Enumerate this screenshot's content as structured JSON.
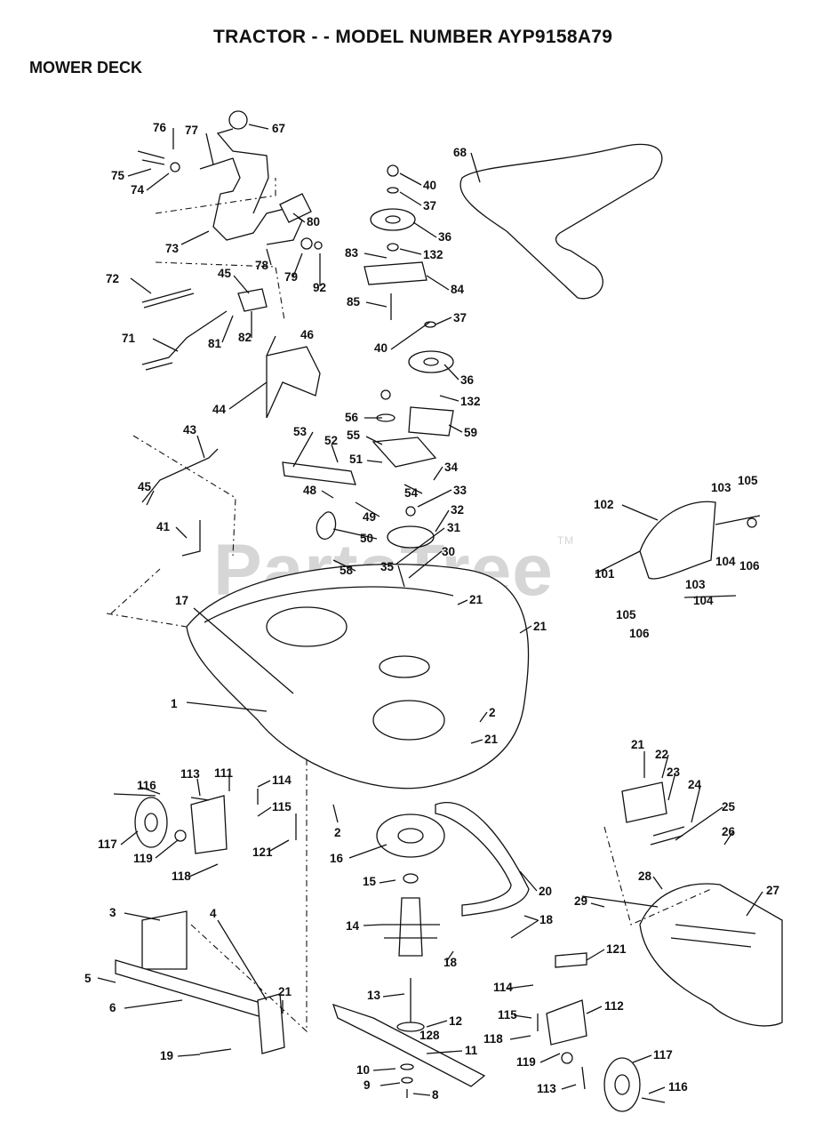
{
  "header": {
    "title": "TRACTOR - - MODEL NUMBER AYP9158A79",
    "subtitle": "MOWER DECK"
  },
  "watermark": {
    "text": "PartsTree",
    "mark": "TM"
  },
  "callouts": [
    {
      "id": "c76",
      "label": "76"
    },
    {
      "id": "c77",
      "label": "77"
    },
    {
      "id": "c67",
      "label": "67"
    },
    {
      "id": "c75",
      "label": "75"
    },
    {
      "id": "c74",
      "label": "74"
    },
    {
      "id": "c73",
      "label": "73"
    },
    {
      "id": "c78",
      "label": "78"
    },
    {
      "id": "c80",
      "label": "80"
    },
    {
      "id": "c79",
      "label": "79"
    },
    {
      "id": "c92",
      "label": "92"
    },
    {
      "id": "c72",
      "label": "72"
    },
    {
      "id": "c45a",
      "label": "45"
    },
    {
      "id": "c81",
      "label": "81"
    },
    {
      "id": "c82",
      "label": "82"
    },
    {
      "id": "c71",
      "label": "71"
    },
    {
      "id": "c46",
      "label": "46"
    },
    {
      "id": "c44",
      "label": "44"
    },
    {
      "id": "c43",
      "label": "43"
    },
    {
      "id": "c45b",
      "label": "45"
    },
    {
      "id": "c41",
      "label": "41"
    },
    {
      "id": "c17",
      "label": "17"
    },
    {
      "id": "c1",
      "label": "1"
    },
    {
      "id": "c40a",
      "label": "40"
    },
    {
      "id": "c37a",
      "label": "37"
    },
    {
      "id": "c36a",
      "label": "36"
    },
    {
      "id": "c83",
      "label": "83"
    },
    {
      "id": "c132a",
      "label": "132"
    },
    {
      "id": "c84",
      "label": "84"
    },
    {
      "id": "c85",
      "label": "85"
    },
    {
      "id": "c37b",
      "label": "37"
    },
    {
      "id": "c40b",
      "label": "40"
    },
    {
      "id": "c36b",
      "label": "36"
    },
    {
      "id": "c132b",
      "label": "132"
    },
    {
      "id": "c56",
      "label": "56"
    },
    {
      "id": "c59",
      "label": "59"
    },
    {
      "id": "c53",
      "label": "53"
    },
    {
      "id": "c52",
      "label": "52"
    },
    {
      "id": "c55",
      "label": "55"
    },
    {
      "id": "c51",
      "label": "51"
    },
    {
      "id": "c34",
      "label": "34"
    },
    {
      "id": "c48",
      "label": "48"
    },
    {
      "id": "c54",
      "label": "54"
    },
    {
      "id": "c33",
      "label": "33"
    },
    {
      "id": "c49",
      "label": "49"
    },
    {
      "id": "c32",
      "label": "32"
    },
    {
      "id": "c50",
      "label": "50"
    },
    {
      "id": "c31",
      "label": "31"
    },
    {
      "id": "c58",
      "label": "58"
    },
    {
      "id": "c30",
      "label": "30"
    },
    {
      "id": "c35",
      "label": "35"
    },
    {
      "id": "c21a",
      "label": "21"
    },
    {
      "id": "c21b",
      "label": "21"
    },
    {
      "id": "c2a",
      "label": "2"
    },
    {
      "id": "c21c",
      "label": "21"
    },
    {
      "id": "c68",
      "label": "68"
    },
    {
      "id": "c102",
      "label": "102"
    },
    {
      "id": "c103a",
      "label": "103"
    },
    {
      "id": "c105a",
      "label": "105"
    },
    {
      "id": "c101",
      "label": "101"
    },
    {
      "id": "c104a",
      "label": "104"
    },
    {
      "id": "c106a",
      "label": "106"
    },
    {
      "id": "c103b",
      "label": "103"
    },
    {
      "id": "c105b",
      "label": "105"
    },
    {
      "id": "c104b",
      "label": "104"
    },
    {
      "id": "c106b",
      "label": "106"
    },
    {
      "id": "c116a",
      "label": "116"
    },
    {
      "id": "c113a",
      "label": "113"
    },
    {
      "id": "c111",
      "label": "111"
    },
    {
      "id": "c114a",
      "label": "114"
    },
    {
      "id": "c115a",
      "label": "115"
    },
    {
      "id": "c117a",
      "label": "117"
    },
    {
      "id": "c119a",
      "label": "119"
    },
    {
      "id": "c121a",
      "label": "121"
    },
    {
      "id": "c118a",
      "label": "118"
    },
    {
      "id": "c2b",
      "label": "2"
    },
    {
      "id": "c16",
      "label": "16"
    },
    {
      "id": "c15",
      "label": "15"
    },
    {
      "id": "c14",
      "label": "14"
    },
    {
      "id": "c20",
      "label": "20"
    },
    {
      "id": "c18a",
      "label": "18"
    },
    {
      "id": "c18b",
      "label": "18"
    },
    {
      "id": "c21d",
      "label": "21"
    },
    {
      "id": "c22",
      "label": "22"
    },
    {
      "id": "c23",
      "label": "23"
    },
    {
      "id": "c24",
      "label": "24"
    },
    {
      "id": "c25",
      "label": "25"
    },
    {
      "id": "c26",
      "label": "26"
    },
    {
      "id": "c28",
      "label": "28"
    },
    {
      "id": "c27",
      "label": "27"
    },
    {
      "id": "c29",
      "label": "29"
    },
    {
      "id": "c3",
      "label": "3"
    },
    {
      "id": "c4",
      "label": "4"
    },
    {
      "id": "c5",
      "label": "5"
    },
    {
      "id": "c6",
      "label": "6"
    },
    {
      "id": "c21e",
      "label": "21"
    },
    {
      "id": "c19",
      "label": "19"
    },
    {
      "id": "c13",
      "label": "13"
    },
    {
      "id": "c12",
      "label": "12"
    },
    {
      "id": "c128",
      "label": "128"
    },
    {
      "id": "c11",
      "label": "11"
    },
    {
      "id": "c10",
      "label": "10"
    },
    {
      "id": "c9",
      "label": "9"
    },
    {
      "id": "c8",
      "label": "8"
    },
    {
      "id": "c114b",
      "label": "114"
    },
    {
      "id": "c121b",
      "label": "121"
    },
    {
      "id": "c115b",
      "label": "115"
    },
    {
      "id": "c112",
      "label": "112"
    },
    {
      "id": "c118b",
      "label": "118"
    },
    {
      "id": "c119b",
      "label": "119"
    },
    {
      "id": "c117b",
      "label": "117"
    },
    {
      "id": "c113b",
      "label": "113"
    },
    {
      "id": "c116b",
      "label": "116"
    }
  ]
}
